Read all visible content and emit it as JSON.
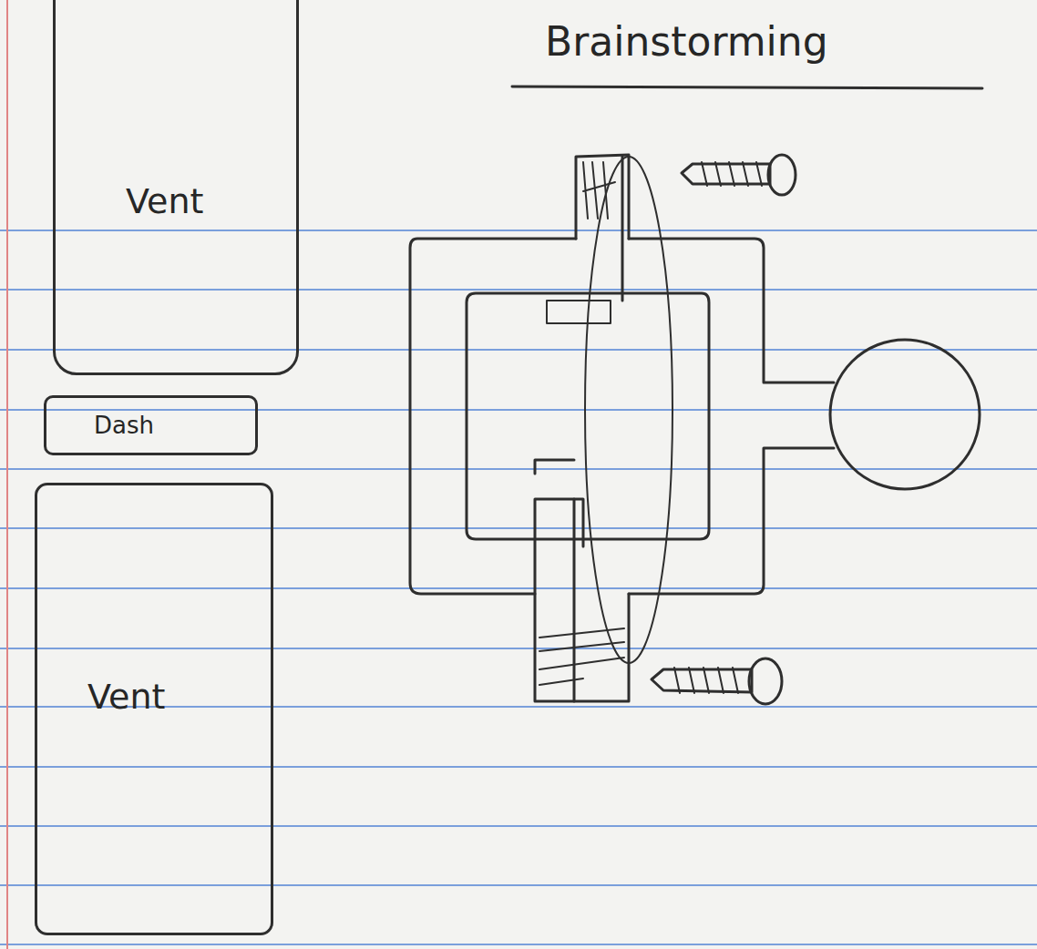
{
  "diagram": {
    "title": "Brainstorming",
    "nodes": [
      {
        "text": [
          "Vent"
        ]
      },
      {
        "text": [
          "Dash"
        ]
      },
      {
        "text": [
          "Vent"
        ]
      }
    ]
  }
}
